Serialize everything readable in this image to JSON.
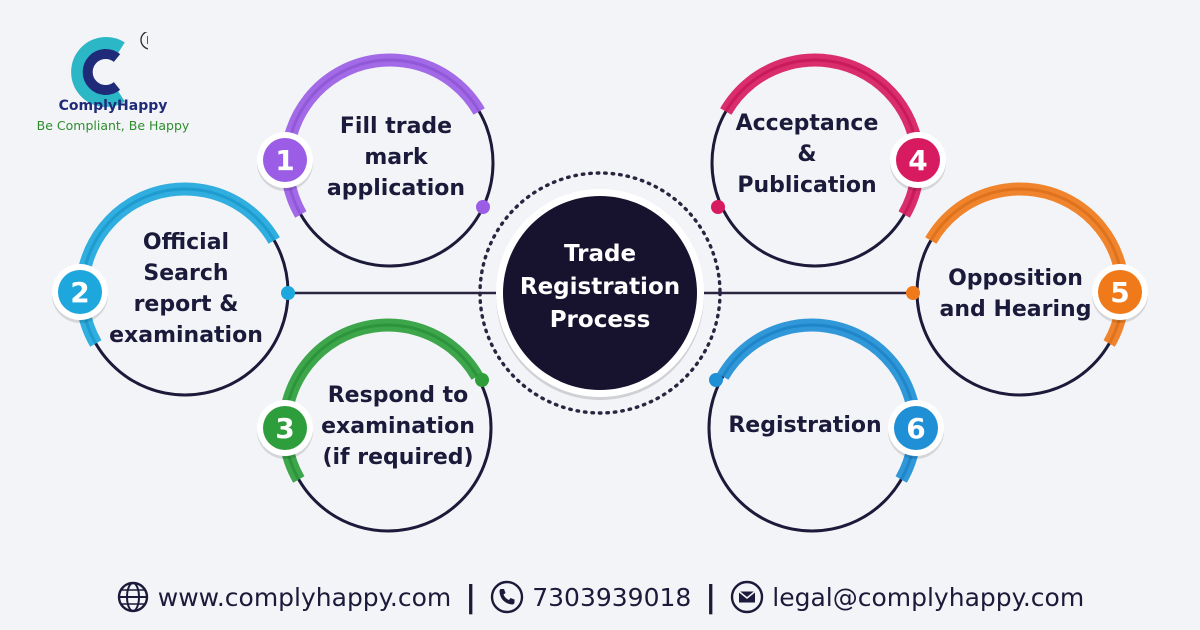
{
  "brand": {
    "name": "ComplyHappy",
    "tagline": "Be Compliant, Be Happy",
    "registered_mark": "R",
    "colors": {
      "teal": "#2bb7c6",
      "navy": "#1f2b78",
      "green": "#2f8d2f"
    }
  },
  "center": {
    "lines": [
      "Trade",
      "Registration",
      "Process"
    ],
    "color": "#17122e"
  },
  "steps": [
    {
      "number": "1",
      "lines": [
        "Fill trade",
        "mark",
        "application"
      ],
      "color": "#9b5de5"
    },
    {
      "number": "2",
      "lines": [
        "Official",
        "Search",
        "report &",
        "examination"
      ],
      "color": "#1ea7dc"
    },
    {
      "number": "3",
      "lines": [
        "Respond to",
        "examination",
        "(if required)"
      ],
      "color": "#2e9e3c"
    },
    {
      "number": "4",
      "lines": [
        "Acceptance",
        "&",
        "Publication"
      ],
      "color": "#d81b60"
    },
    {
      "number": "5",
      "lines": [
        "Opposition",
        "and Hearing"
      ],
      "color": "#f07a1a"
    },
    {
      "number": "6",
      "lines": [
        "Registration"
      ],
      "color": "#1f8fd6"
    }
  ],
  "footer": {
    "website": "www.complyhappy.com",
    "phone": "7303939018",
    "email": "legal@complyhappy.com",
    "separator": "|",
    "icons": [
      "globe-icon",
      "phone-icon",
      "mail-icon"
    ]
  }
}
